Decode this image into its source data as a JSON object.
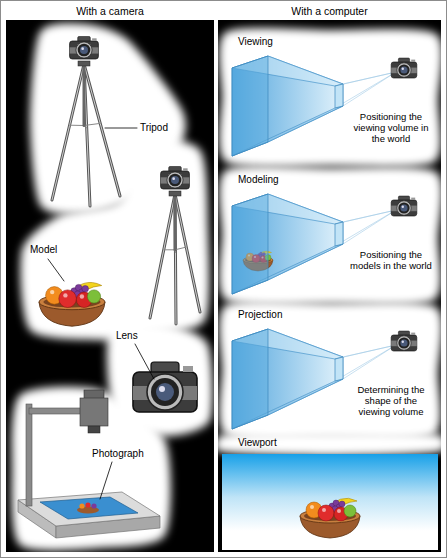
{
  "diagram": {
    "nodes": [
      {
        "text": [
          "With a camera"
        ]
      },
      {
        "text": [
          "Tripod"
        ],
        "in": 0
      },
      {
        "text": [
          "Model"
        ],
        "in": 0
      },
      {
        "text": [
          "Lens"
        ],
        "in": 0
      },
      {
        "text": [
          "Photograph"
        ],
        "in": 0
      },
      {
        "text": [
          "With a computer"
        ]
      },
      {
        "text": [
          "Viewing",
          "Positioning the viewing volume in the world"
        ],
        "in": 5
      },
      {
        "text": [
          "Modeling",
          "Positioning the models in the world"
        ],
        "in": 5
      },
      {
        "text": [
          "Projection",
          "Determining the shape of the viewing volume"
        ],
        "in": 5
      },
      {
        "text": [
          "Viewport"
        ],
        "in": 5
      }
    ]
  }
}
